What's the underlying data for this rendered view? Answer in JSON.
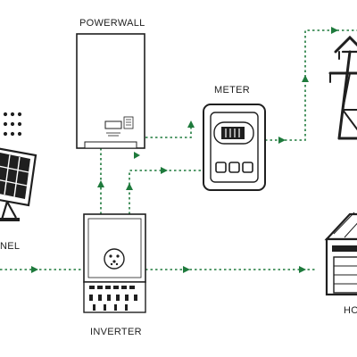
{
  "labels": {
    "powerwall": "POWERWALL",
    "meter": "METER",
    "inverter": "INVERTER",
    "solar_panel_partial": "NEL",
    "house_partial": "HO"
  },
  "colors": {
    "outline": "#1f1f1f",
    "flow_line": "#1e7a3c",
    "flow_arrow": "#1e7a3c",
    "meter_display": "#1f1f1f",
    "background": "#ffffff"
  },
  "icons": {
    "solar_panel": "solar-panel-icon",
    "powerwall": "battery-icon",
    "inverter": "inverter-icon",
    "meter": "meter-icon",
    "grid": "power-tower-icon",
    "house": "house-icon"
  }
}
